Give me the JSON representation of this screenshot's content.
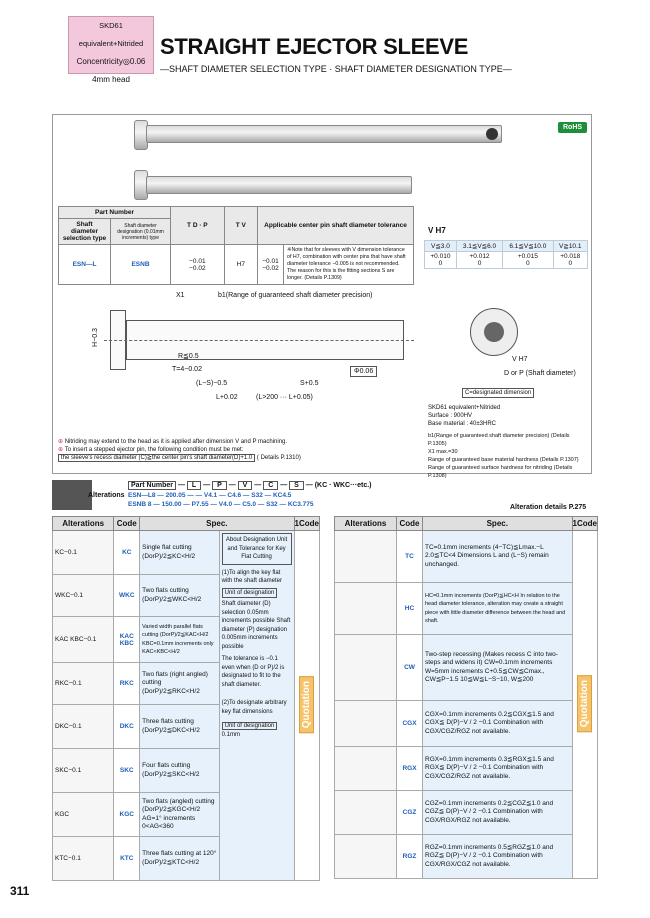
{
  "badge": {
    "line1": "SKD61 equivalent+Nitrided",
    "line2": "Concentricity◎0.06",
    "line3": "4mm head"
  },
  "title": "STRAIGHT EJECTOR SLEEVE",
  "subtitle": "—SHAFT DIAMETER SELECTION TYPE · SHAFT DIAMETER DESIGNATION TYPE—",
  "rohs": "RoHS",
  "part_table": {
    "header_part": "Part Number",
    "col_shaft": "Shaft diameter selection type",
    "col_shaft_desig": "Shaft diameter designation (0.01mm increments) type",
    "col_dp": "D · P",
    "col_v": "V",
    "col_applicable": "Applicable center pin shaft diameter tolerance",
    "row_code1": "ESN—L",
    "row_code2": "ESNB",
    "dp_tol1": "−0.01",
    "dp_tol2": "−0.02",
    "v_tol": "H7",
    "app_tol1": "−0.01",
    "app_tol2": "−0.02",
    "note": "※Note that for sleeves with V dimension tolerance of H7, combination with center pins that have shaft diameter tolerance −0.005 is not recommended. The reason for this is the fitting sections S are longer. (Details P.1309)"
  },
  "vh7": {
    "label": "V H7",
    "headers": [
      "V≦3.0",
      "3.1≦V≦6.0",
      "6.1≦V≦10.0",
      "V≧10.1"
    ],
    "upper": [
      "+0.010",
      "+0.012",
      "+0.015",
      "+0.018"
    ],
    "lower": [
      "0",
      "0",
      "0",
      "0"
    ]
  },
  "drawing": {
    "x1": "X1",
    "b1": "b1(Range of guaranteed shaft diameter precision)",
    "h": "H−0.3",
    "r": "R≦0.5",
    "t": "T=4−0.02",
    "ls": "(L−S)−0.5",
    "s": "S+0.5",
    "l": "L+0.02",
    "l2": "(L>200 ··· L+0.05)",
    "phi": "Φ0.06",
    "vh7": "V H7",
    "dp": "D or P (Shaft diameter)",
    "c_dim": "C=designated dimension"
  },
  "materials": {
    "m": "SKD61 equivalent+Nitrided",
    "h": "Surface : 900HV",
    "base": "Base material : 40±3HRC",
    "b1": "b1(Range of guaranteed shaft diameter precision) (Details P.1305)",
    "x1": "X1 max.=30",
    "r1": "Range of guaranteed base material hardness (Details P.1307)",
    "r2": "Range of guaranteed surface hardness for nitriding (Details P.1308)"
  },
  "notes": {
    "n1": "Nitriding may extend to the head as it is applied after dimension V and P machining.",
    "n2": "To insert a stepped ejector pin, the following condition must be met:",
    "n3": "the sleeve's recess diameter (C)≧the center pin's shaft diameter(D)+1.0",
    "n3b": "( Details P.1310)"
  },
  "alterations": {
    "label": "Alterations",
    "order_header": [
      "Part Number",
      "L",
      "P",
      "V",
      "C",
      "S",
      "(KC · WKC···etc.)"
    ],
    "ex1": [
      "ESN—L8",
      "200.05",
      "V4.1",
      "C4.6",
      "S32",
      "KC4.5"
    ],
    "ex2": [
      "ESNB 8",
      "150.00",
      "P7.55",
      "V4.0",
      "C5.0",
      "S32",
      "KC3.775"
    ],
    "details": "Alteration details P.275",
    "col_alt": "Alterations",
    "col_code": "Code",
    "col_spec": "Spec.",
    "col_1code": "1Code",
    "quotation": "Quotation"
  },
  "left_rows": [
    {
      "code": "KC",
      "fig": "KC−0.1",
      "spec": "Single flat cutting (DorP)/2≦KC<H/2"
    },
    {
      "code": "WKC",
      "fig": "WKC−0.1",
      "spec": "Two flats cutting (DorP)/2≦WKC<H/2"
    },
    {
      "code": "KAC KBC",
      "fig": "KAC KBC−0.1",
      "spec": "Varied width parallel flats cutting (DorP)/2≦KAC<H/2 KBC=0.1mm increments only KAC<KBC<H/2"
    },
    {
      "code": "RKC",
      "fig": "RKC−0.1",
      "spec": "Two flats (right angled) cutting (DorP)/2≦RKC<H/2"
    },
    {
      "code": "DKC",
      "fig": "DKC−0.1",
      "spec": "Three flats cutting (DorP)/2≦DKC<H/2"
    },
    {
      "code": "SKC",
      "fig": "SKC−0.1",
      "spec": "Four flats cutting (DorP)/2≦SKC<H/2"
    },
    {
      "code": "KGC",
      "fig": "KGC",
      "spec": "Two flats (angled) cutting (DorP)/2≦KGC<H/2 AG=1° increments 0<AG<360"
    },
    {
      "code": "KTC",
      "fig": "KTC−0.1",
      "spec": "Three flats cutting at 120° (DorP)/2≦KTC<H/2"
    }
  ],
  "about_box": {
    "title": "About Designation Unit and Tolerance for Key Flat Cutting",
    "p1": "(1)To align the key flat with the shaft diameter",
    "unit": "Unit of designation",
    "p2": "Shaft diameter (D) selection 0.05mm increments possible Shaft diameter (P) designation 0.005mm increments possible",
    "p3": "The tolerance is −0.1 even when (D or P)/2 is designated to fit to the shaft diameter.",
    "p4": "(2)To designate arbitrary key flat dimensions",
    "p5": "0.1mm"
  },
  "right_rows": [
    {
      "code": "TC",
      "spec": "TC=0.1mm increments (4−TC)≦Lmax.−L 2.0≦TC<4 Dimensions L and (L−S) remain unchanged."
    },
    {
      "code": "HC",
      "spec": "HC=0.1mm increments (DorP)≦HC<H In relation to the head diameter tolerance, alteration may create a straight piece with little diameter difference between the head and shaft."
    },
    {
      "code": "CW",
      "spec": "Two-step recessing (Makes recess C into two-steps and widens it) CW=0.1mm increments W=5mm increments C+0.5≦CW≦Cmax., CW≦P−1.5 10≦W≦L−S−10, W≦200"
    },
    {
      "code": "CGX",
      "spec": "CGX=0.1mm increments 0.2≦CGX≦1.5 and CGX≦ D(P)−V / 2 −0.1 Combination with CGX/CGZ/RGZ not available."
    },
    {
      "code": "RGX",
      "spec": "RGX=0.1mm increments 0.3≦RGX≦1.5 and RGX≦ D(P)−V / 2 −0.1 Combination with CGX/CGZ/RGZ not available."
    },
    {
      "code": "CGZ",
      "spec": "CGZ=0.1mm increments 0.2≦CGZ≦1.0 and CGZ≦ D(P)−V / 2 −0.1 Combination with CGX/RGX/RGZ not available."
    },
    {
      "code": "RGZ",
      "spec": "RGZ=0.1mm increments 0.5≦RGZ≦1.0 and RGZ≦ D(P)−V / 2 −0.1 Combination with CGX/RGX/CGZ not available."
    }
  ],
  "page": "311"
}
